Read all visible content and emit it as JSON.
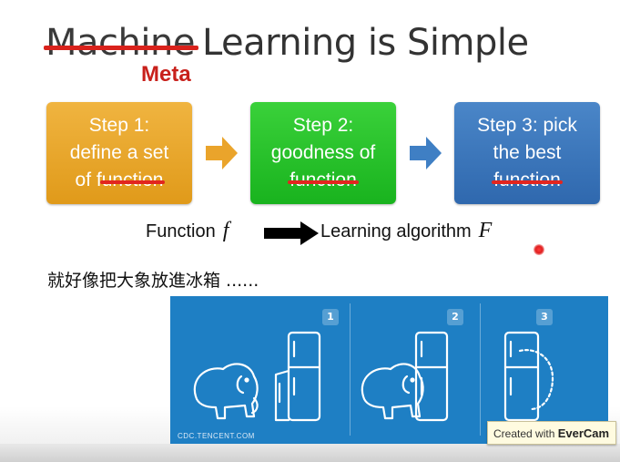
{
  "title": {
    "struck_word": "Machine",
    "rest": "Learning is Simple",
    "replacement": "Meta"
  },
  "steps": [
    {
      "line1": "Step 1:",
      "line2": "define a set",
      "line3_prefix": "of f",
      "struck": "unction"
    },
    {
      "line1": "Step 2:",
      "line2": "goodness of",
      "line3_prefix": "",
      "struck": "function"
    },
    {
      "line1": "Step 3: pick",
      "line2": "the best",
      "line3_prefix": "",
      "struck": "function"
    }
  ],
  "function_label": {
    "text": "Function",
    "symbol": "f"
  },
  "learning_label": {
    "text": "Learning algorithm",
    "symbol": "F"
  },
  "chinese_caption": "就好像把大象放進冰箱 ......",
  "illustration": {
    "panel_numbers": [
      "1",
      "2",
      "3"
    ],
    "credit": "CDC.TENCENT.COM"
  },
  "watermark": {
    "prefix": "Created with ",
    "brand": "EverCam"
  },
  "colors": {
    "step1": "#e8a62a",
    "step2": "#22bf27",
    "step3": "#3a78bf",
    "strike": "#e2261f",
    "meta": "#c8201b",
    "panel": "#1e7fc4"
  }
}
